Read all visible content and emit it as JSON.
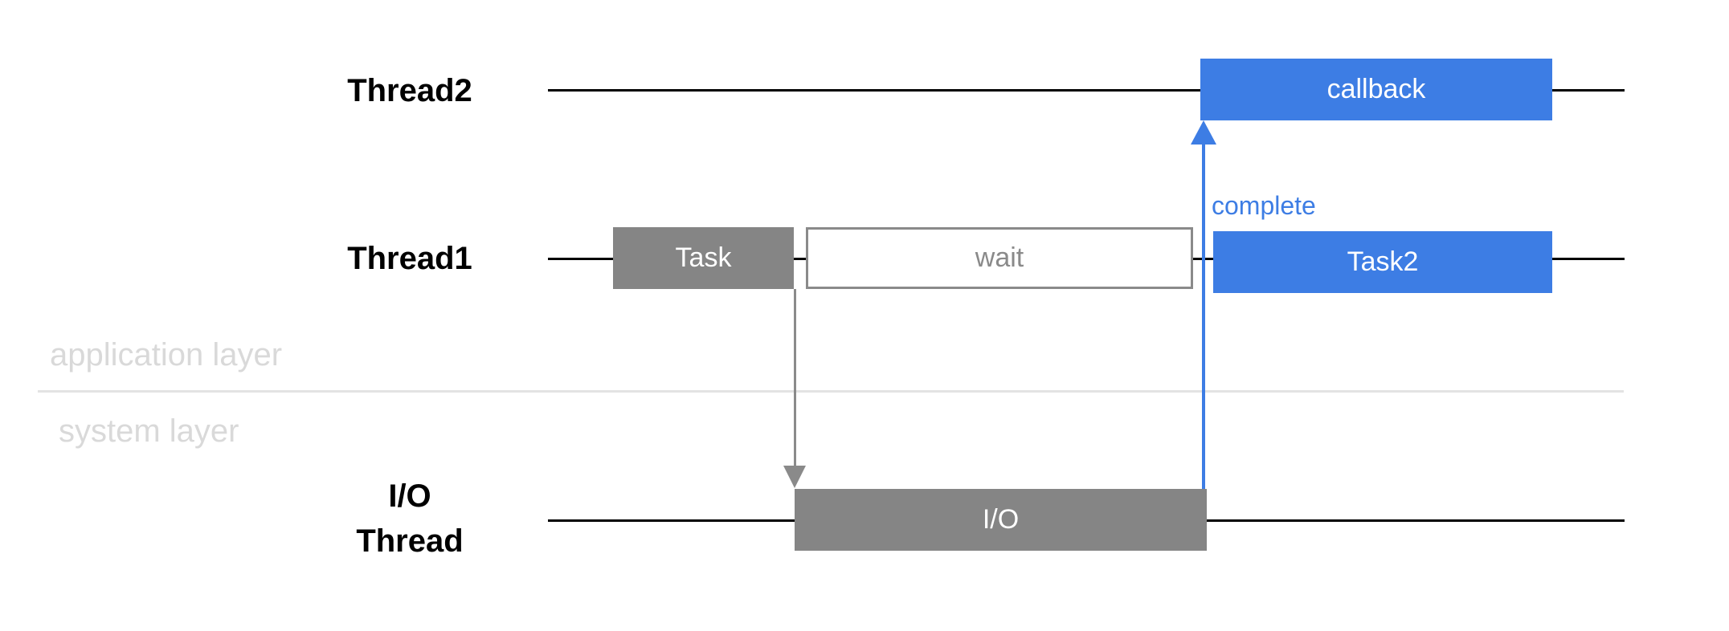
{
  "diagram": {
    "lanes": {
      "thread2_label": "Thread2",
      "thread1_label": "Thread1",
      "io_label_line1": "I/O",
      "io_label_line2": "Thread"
    },
    "blocks": {
      "callback": "callback",
      "task": "Task",
      "wait": "wait",
      "task2": "Task2",
      "io": "I/O"
    },
    "arrows": {
      "complete_label": "complete"
    },
    "layers": {
      "application": "application layer",
      "system": "system layer"
    },
    "colors": {
      "accent_blue": "#3d7de4",
      "box_gray": "#858585",
      "outline_gray": "#8a8a8a",
      "layer_text_gray": "#d9d9d9",
      "divider_gray": "#e3e3e3",
      "line_black": "#000000"
    }
  }
}
